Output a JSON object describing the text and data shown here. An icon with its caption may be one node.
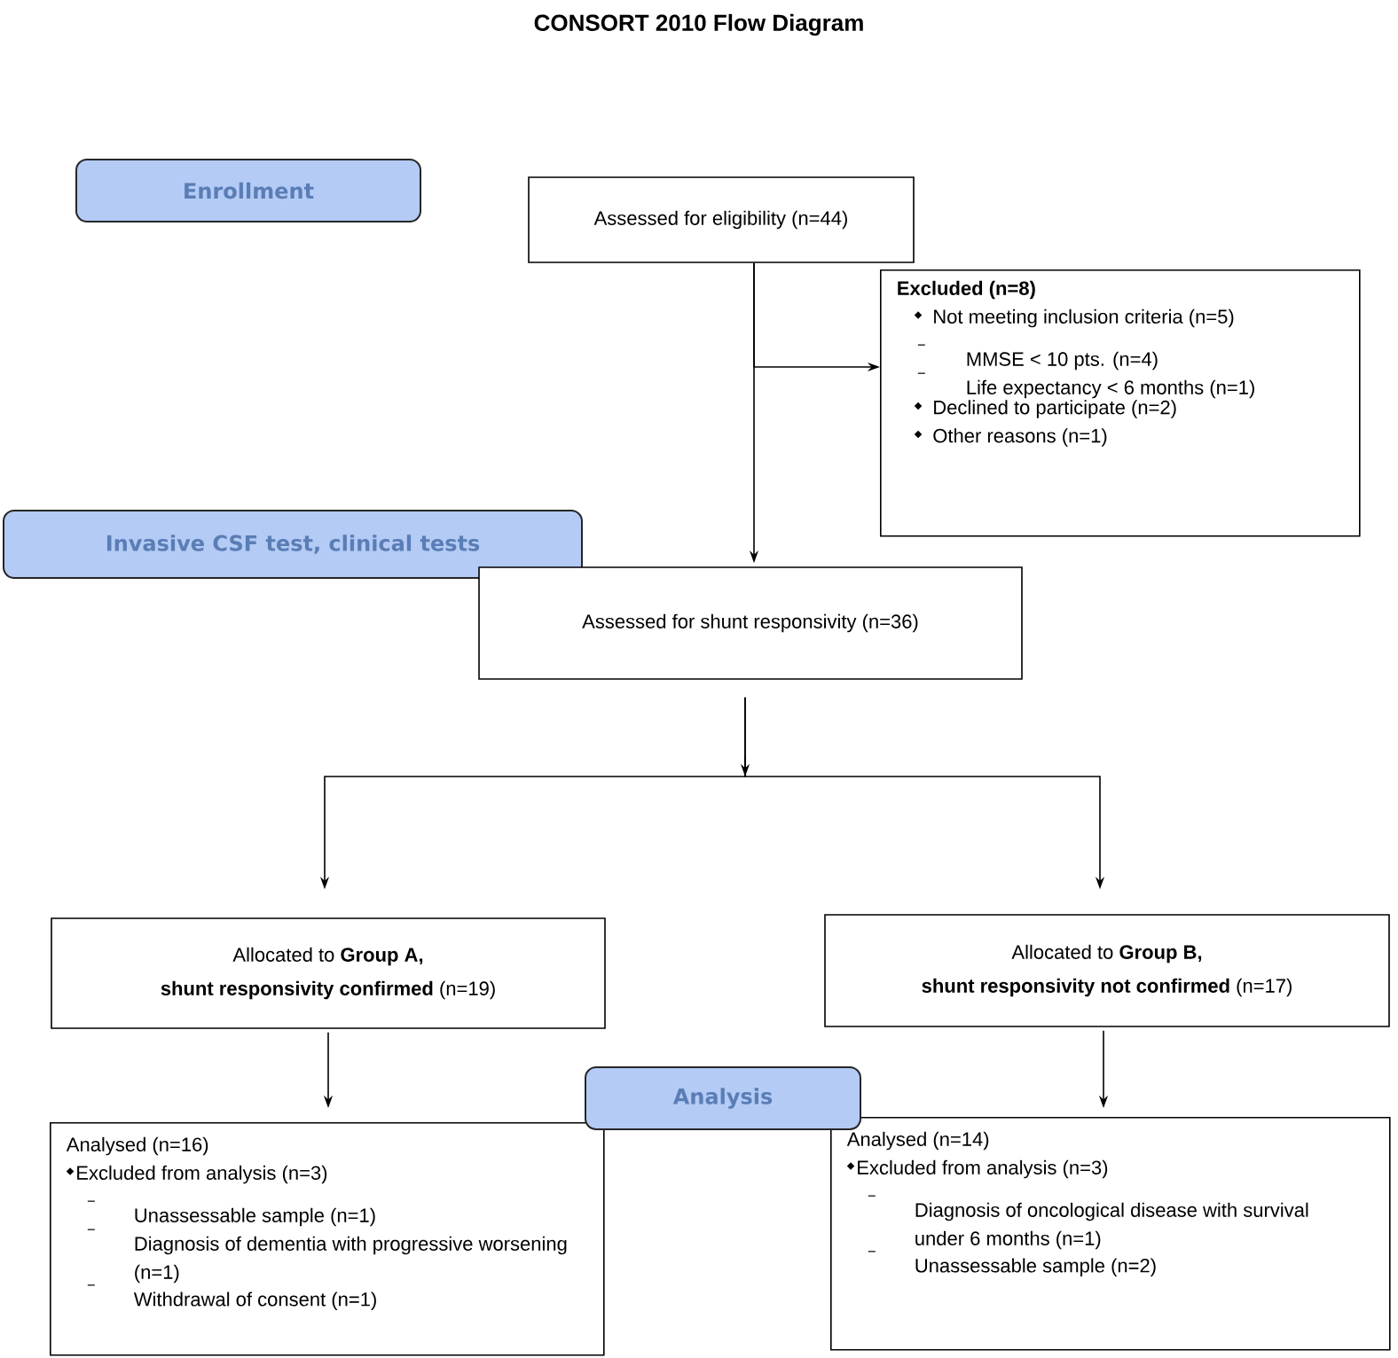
{
  "diagram": {
    "title": "CONSORT 2010 Flow Diagram",
    "nodes": [
      {
        "text": [
          "Enrollment"
        ]
      },
      {
        "text": [
          "Assessed for eligibility (n=44)"
        ]
      },
      {
        "text": [
          "Excluded (n=8)",
          "Not meeting inclusion criteria (n=5)",
          "MMSE < 10 pts. (n=4)",
          "Life expectancy < 6 months (n=1)",
          "Declined to participate (n=2)",
          "Other reasons (n=1)"
        ]
      },
      {
        "text": [
          "Invasive CSF test, clinical tests"
        ]
      },
      {
        "text": [
          "Assessed for shunt responsivity (n=36)"
        ]
      },
      {
        "text": [
          "Allocated to **Group A,**",
          "**shunt responsivity confirmed** (n=19)"
        ]
      },
      {
        "text": [
          "Allocated to **Group B,**",
          "**shunt responsivity not confirmed** (n=17)"
        ]
      },
      {
        "text": [
          "Analysis"
        ]
      },
      {
        "text": [
          "Analysed (n=16)",
          "Excluded from analysis (n=3)",
          "Unassessable sample (n=1)",
          "Diagnosis of dementia with progressive worsening (n=1)",
          "Withdrawal of consent (n=1)"
        ]
      },
      {
        "text": [
          "Analysed (n=14)",
          "Excluded from analysis (n=3)",
          "Diagnosis of oncological disease with survival under 6 months (n=1)",
          "Unassessable sample (n=2)"
        ]
      }
    ],
    "edges": [
      {
        "from": 1,
        "to": 4,
        "arrow": "to"
      },
      {
        "from": 1,
        "to": 2,
        "arrow": "to"
      },
      {
        "from": 4,
        "to": 5,
        "arrow": "to"
      },
      {
        "from": 4,
        "to": 6,
        "arrow": "to"
      },
      {
        "from": 5,
        "to": 8,
        "arrow": "to"
      },
      {
        "from": 6,
        "to": 9,
        "arrow": "to"
      }
    ]
  }
}
